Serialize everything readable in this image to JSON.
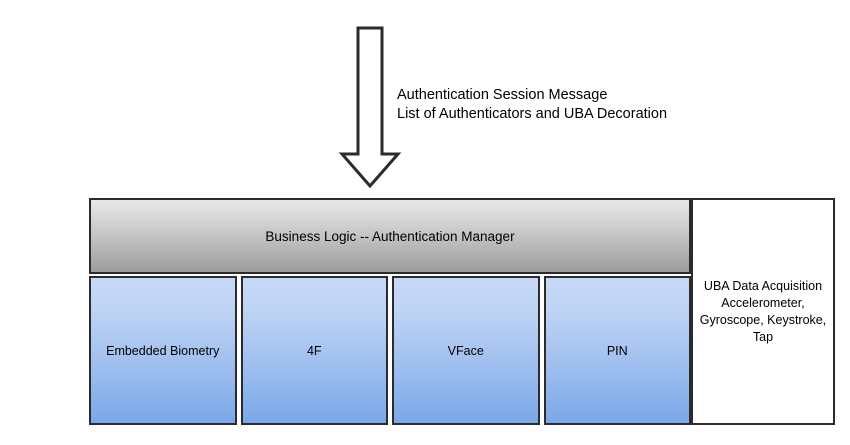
{
  "diagram": {
    "title_text": "",
    "arrow": {
      "name": "downward-arrow",
      "direction": "down",
      "stroke_color": "#2b2b2b",
      "fill_color": "#ffffff"
    },
    "annotation": {
      "line1": "Authentication Session Message",
      "line2": "List of Authenticators and UBA Decoration"
    },
    "business_logic": {
      "label": "Business Logic -- Authentication Manager",
      "gradient_top": "#e8e8e8",
      "gradient_bottom": "#9c9c9c",
      "border_color": "#2b2b2b"
    },
    "authenticators": [
      {
        "label": "Embedded Biometry"
      },
      {
        "label": "4F"
      },
      {
        "label": "VFace"
      },
      {
        "label": "PIN"
      }
    ],
    "authenticator_style": {
      "gradient_top": "#c7d9f7",
      "gradient_bottom": "#7aa8e8",
      "border_color": "#2b2b2b"
    },
    "uba_panel": {
      "line1": "UBA Data Acquisition",
      "line2": "Accelerometer,",
      "line3": "Gyroscope, Keystroke,",
      "line4": "Tap",
      "background": "#ffffff",
      "border_color": "#2b2b2b"
    }
  }
}
